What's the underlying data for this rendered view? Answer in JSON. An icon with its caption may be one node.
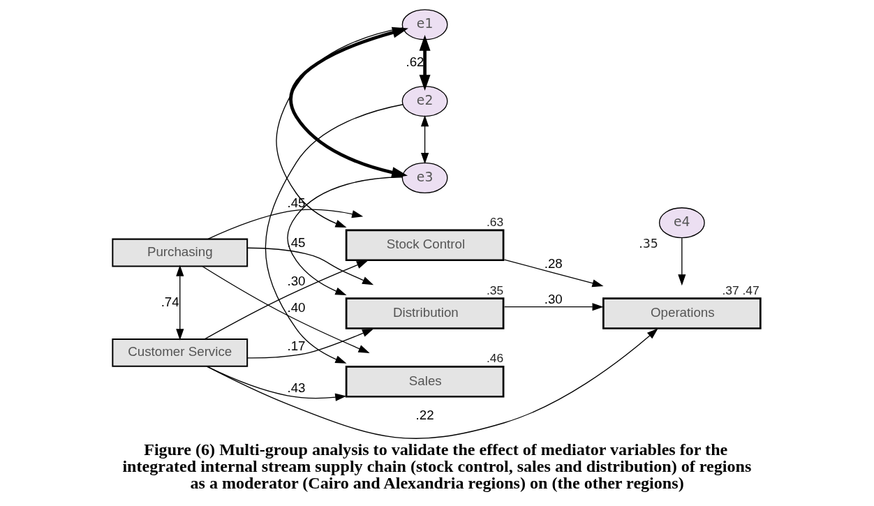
{
  "diagram": {
    "caption": "Figure (6) Multi-group analysis to validate the effect of mediator variables for the integrated internal stream supply chain (stock control, sales and distribution) of regions as a moderator (Cairo and Alexandria regions) on (the other regions)",
    "nodes": [
      {
        "text": [
          "e1"
        ]
      },
      {
        "text": [
          "Stock Control"
        ],
        "beside": [
          ".63"
        ]
      },
      {
        "text": [
          "e2"
        ]
      },
      {
        "text": [
          "Purchasing"
        ]
      },
      {
        "text": [
          "Sales"
        ],
        "beside": [
          ".46"
        ]
      },
      {
        "text": [
          "e4"
        ],
        "beside": [
          ".35"
        ]
      },
      {
        "text": [
          "Customer Service"
        ]
      },
      {
        "text": [
          "Operations"
        ],
        "beside": [
          ".37",
          ".47"
        ]
      },
      {
        "text": [
          "Distribution"
        ],
        "beside": [
          ".35"
        ]
      },
      {
        "text": [
          "e3"
        ]
      }
    ],
    "edges": [
      {
        "from": 0,
        "to": 1,
        "arrow": "to"
      },
      {
        "from": 2,
        "to": 4,
        "arrow": "to"
      },
      {
        "from": 5,
        "to": 7,
        "arrow": "to"
      },
      {
        "from": 9,
        "to": 8,
        "arrow": "to"
      },
      {
        "from": 3,
        "to": 6,
        "arrow": "both",
        "label": ".74"
      },
      {
        "from": 0,
        "to": 2,
        "arrow": "both",
        "label": ".62",
        "style": "thick"
      },
      {
        "from": 0,
        "to": 9,
        "arrow": "both",
        "style": "thick"
      },
      {
        "from": 2,
        "to": 9,
        "arrow": "both"
      },
      {
        "from": 3,
        "to": 1,
        "arrow": "to",
        "label": ".45"
      },
      {
        "from": 3,
        "to": 4,
        "arrow": "to",
        "label": ".40"
      },
      {
        "from": 3,
        "to": 8,
        "arrow": "to",
        "label": ".45"
      },
      {
        "from": 6,
        "to": 1,
        "arrow": "to",
        "label": ".30"
      },
      {
        "from": 6,
        "to": 4,
        "arrow": "to",
        "label": ".43"
      },
      {
        "from": 6,
        "to": 7,
        "arrow": "to",
        "label": ".22"
      },
      {
        "from": 6,
        "to": 8,
        "arrow": "to",
        "label": ".17"
      },
      {
        "from": 1,
        "to": 7,
        "arrow": "to",
        "label": ".28"
      },
      {
        "from": 8,
        "to": 7,
        "arrow": "to",
        "label": ".30"
      }
    ]
  }
}
